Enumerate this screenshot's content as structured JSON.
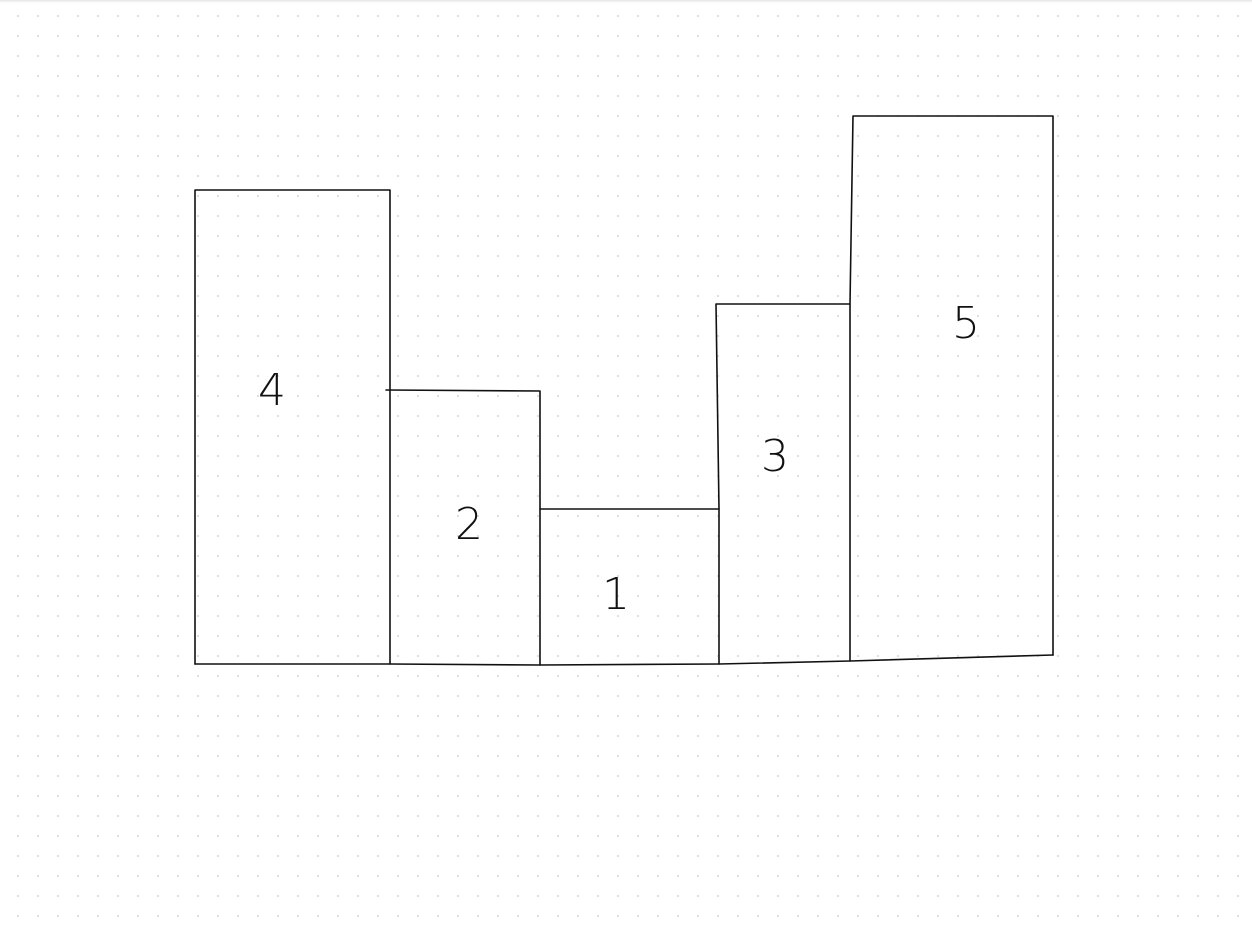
{
  "diagram": {
    "blocks": [
      {
        "id": "block-4",
        "label": "4",
        "value": 4
      },
      {
        "id": "block-2",
        "label": "2",
        "value": 2
      },
      {
        "id": "block-1",
        "label": "1",
        "value": 1
      },
      {
        "id": "block-3",
        "label": "3",
        "value": 3
      },
      {
        "id": "block-5",
        "label": "5",
        "value": 5
      }
    ]
  },
  "style": {
    "stroke_color": "#111111",
    "background_color": "#ffffff",
    "grid_dot_color": "#d9d9d9"
  }
}
